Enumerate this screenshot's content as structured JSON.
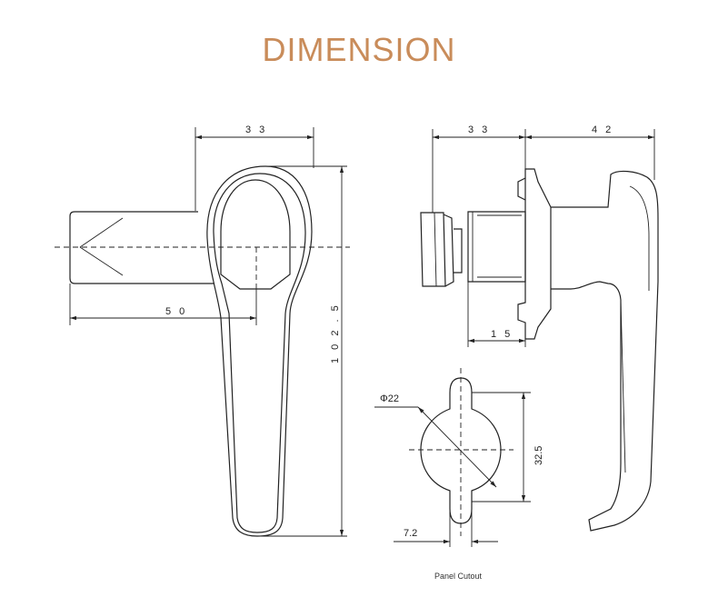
{
  "title": "DIMENSION",
  "front_view": {
    "width_label": "3 3",
    "shaft_label": "5 0",
    "height_label": "1 0 2 . 5"
  },
  "side_view": {
    "depth_label": "3 3",
    "handle_label": "4 2",
    "flange_label": "1 5"
  },
  "panel_cutout": {
    "diameter_label": "Φ22",
    "height_label": "32.5",
    "width_label": "7.2",
    "caption": "Panel Cutout"
  }
}
